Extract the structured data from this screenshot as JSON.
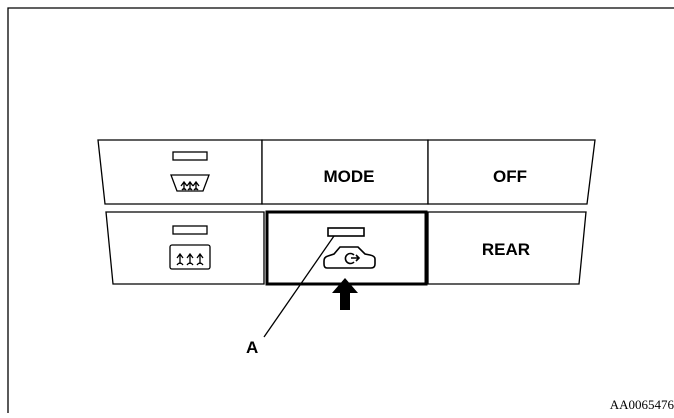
{
  "panel": {
    "buttons": {
      "windshield_defrost": {
        "icon": "windshield-defrost-icon"
      },
      "mode": {
        "label": "MODE"
      },
      "off": {
        "label": "OFF"
      },
      "rear_defog": {
        "icon": "rear-window-defog-icon"
      },
      "recirculation": {
        "icon": "air-recirculation-icon",
        "highlighted": true
      },
      "rear": {
        "label": "REAR"
      }
    }
  },
  "callout": {
    "label": "A"
  },
  "figure_code": "AA0065476"
}
